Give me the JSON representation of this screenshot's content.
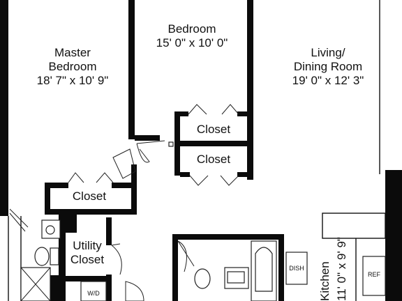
{
  "rooms": {
    "master_bedroom": {
      "line1": "Master",
      "line2": "Bedroom",
      "dims": "18' 7\" x 10' 9\""
    },
    "bedroom": {
      "name": "Bedroom",
      "dims": "15' 0\" x 10' 0\""
    },
    "living_dining": {
      "line1": "Living/",
      "line2": "Dining Room",
      "dims": "19' 0\" x 12' 3\""
    },
    "closet_upper": {
      "name": "Closet"
    },
    "closet_middle": {
      "name": "Closet"
    },
    "closet_master": {
      "name": "Closet"
    },
    "utility_closet": {
      "line1": "Utility",
      "line2": "Closet"
    },
    "kitchen": {
      "name": "Kitchen",
      "dims": "11' 0\" x 9' 9\""
    }
  },
  "appliances": {
    "washer_dryer": "W/D",
    "dishwasher": "DISH",
    "refrigerator": "REF"
  }
}
